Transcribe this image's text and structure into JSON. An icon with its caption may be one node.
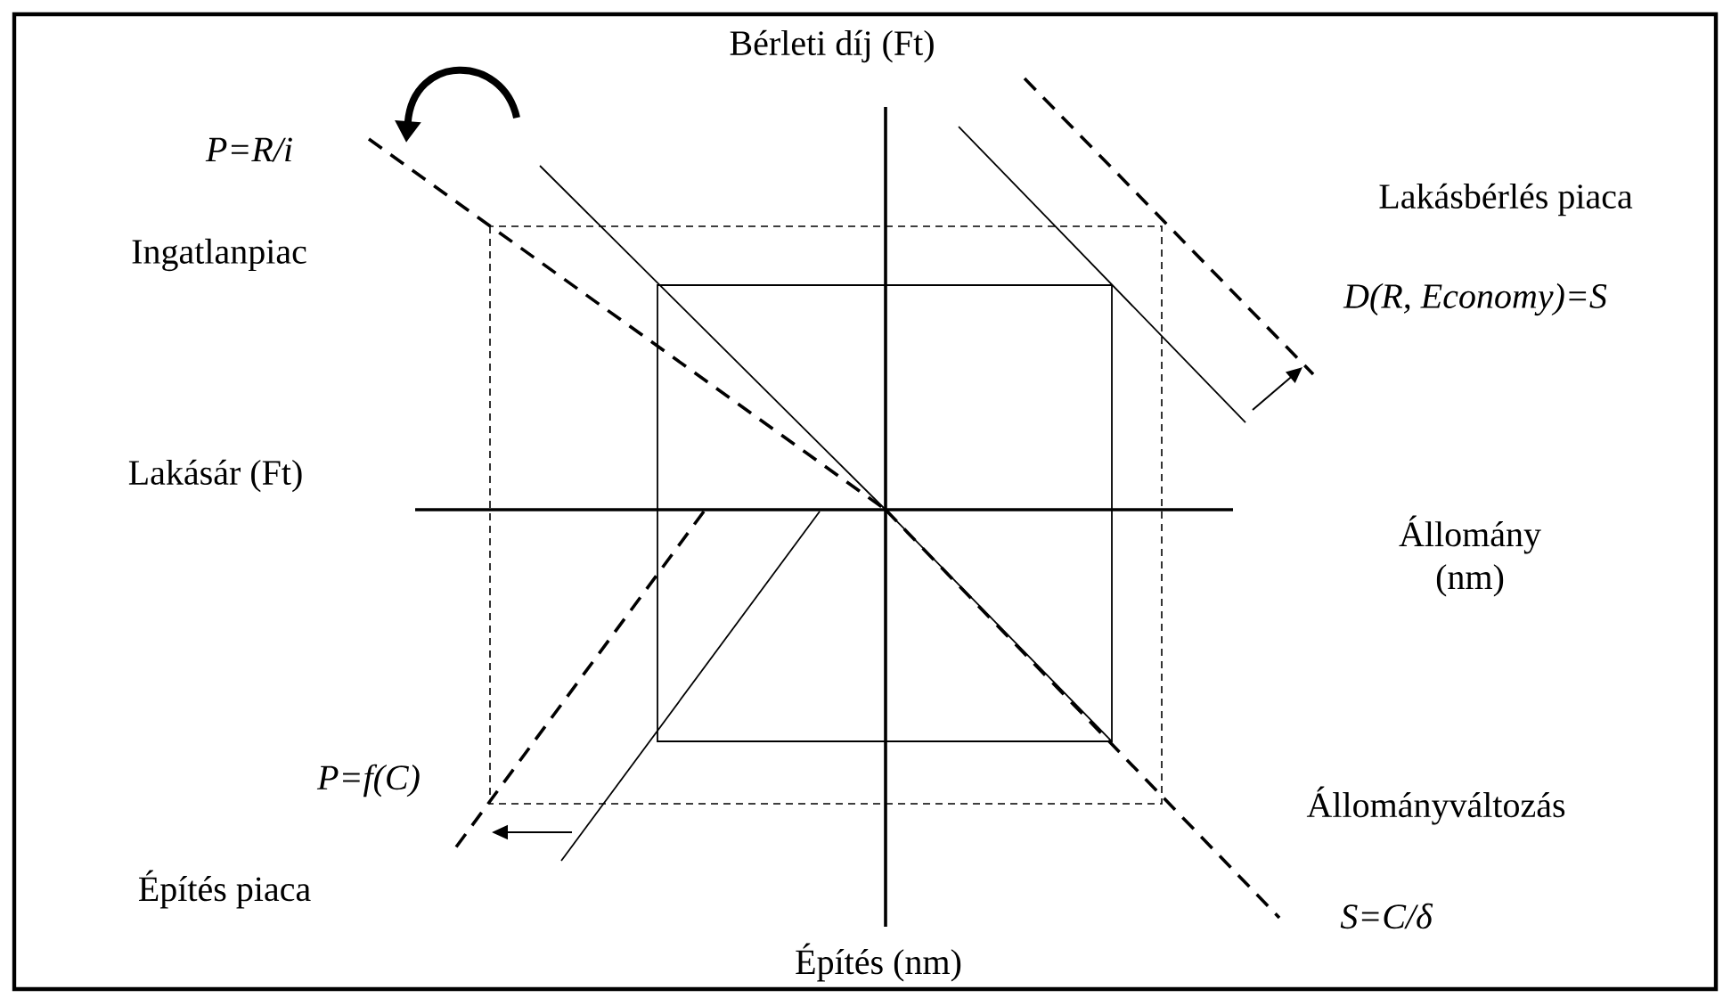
{
  "diagram": {
    "labels": [
      "Bérleti díj (Ft)",
      "P=R/i",
      "Lakásbérlés piaca",
      "Ingatlanpiac",
      "D(R, Economy)=S",
      "Lakásár (Ft)",
      "Állomány (nm)",
      "P=f(C)",
      "Állományváltozás",
      "Építés piaca",
      "S=C/δ",
      "Építés (nm)"
    ]
  }
}
